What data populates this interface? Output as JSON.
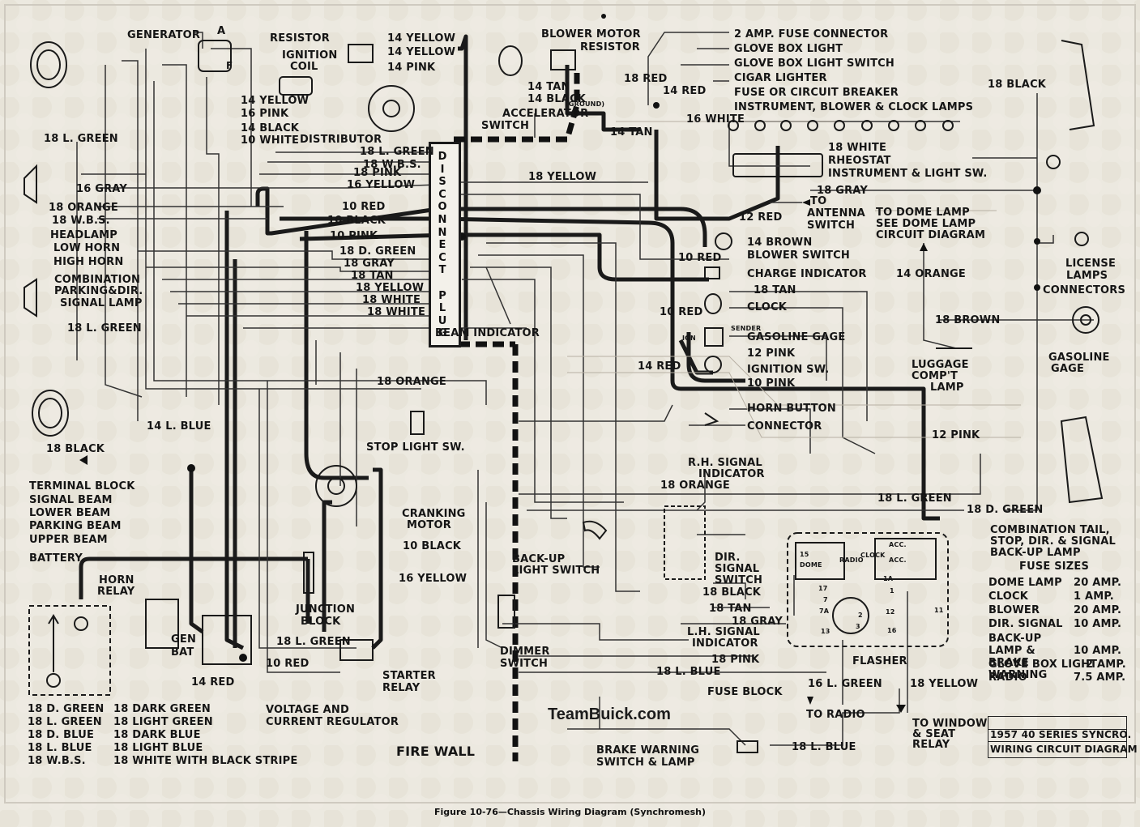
{
  "components": {
    "generator": "GENERATOR",
    "gen_a": "A",
    "gen_f": "F",
    "resistor": "RESISTOR",
    "ignition_coil_1": "IGNITION",
    "ignition_coil_2": "COIL",
    "distributor": "DISTRIBUTOR",
    "blower_motor": "BLOWER MOTOR",
    "blower_resistor": "RESISTOR",
    "accel_switch_1": "ACCELERATOR",
    "accel_switch_2": "SWITCH",
    "fuse_connector": "2 AMP. FUSE CONNECTOR",
    "glove_box_light": "GLOVE BOX LIGHT",
    "glove_box_light_switch": "GLOVE BOX LIGHT SWITCH",
    "cigar_lighter": "CIGAR LIGHTER",
    "fuse_breaker": "FUSE OR CIRCUIT BREAKER",
    "instrument_lamps": "INSTRUMENT, BLOWER & CLOCK LAMPS",
    "rheostat": "RHEOSTAT",
    "instrument_light_sw": "INSTRUMENT & LIGHT SW.",
    "to_antenna_1": "TO",
    "to_antenna_2": "ANTENNA",
    "to_antenna_3": "SWITCH",
    "to_dome_1": "TO DOME LAMP",
    "to_dome_2": "SEE DOME LAMP",
    "to_dome_3": "CIRCUIT DIAGRAM",
    "blower_switch": "BLOWER SWITCH",
    "charge_indicator": "CHARGE INDICATOR",
    "clock": "CLOCK",
    "sender": "SENDER",
    "gasoline_gage": "GASOLINE GAGE",
    "ignition_sw": "IGNITION SW.",
    "ign": "IGN",
    "horn_button": "HORN BUTTON",
    "connector": "CONNECTOR",
    "headlamp": "HEADLAMP",
    "low_horn": "LOW HORN",
    "high_horn": "HIGH HORN",
    "comb_lamp_1": "COMBINATION",
    "comb_lamp_2": "PARKING&DIR.",
    "comb_lamp_3": "SIGNAL LAMP",
    "terminal_block": "TERMINAL BLOCK",
    "signal_beam": "SIGNAL BEAM",
    "lower_beam": "LOWER BEAM",
    "parking_beam": "PARKING BEAM",
    "upper_beam": "UPPER BEAM",
    "battery": "BATTERY",
    "horn_relay_1": "HORN",
    "horn_relay_2": "RELAY",
    "gen": "GEN",
    "bat": "BAT",
    "voltage_reg_1": "VOLTAGE AND",
    "voltage_reg_2": "CURRENT REGULATOR",
    "junction_block_1": "JUNCTION",
    "junction_block_2": "BLOCK",
    "starter_relay_1": "STARTER",
    "starter_relay_2": "RELAY",
    "cranking_motor_1": "CRANKING",
    "cranking_motor_2": "MOTOR",
    "stop_light_sw": "STOP LIGHT SW.",
    "beam_indicator": "BEAM INDICATOR",
    "backup_switch_1": "BACK-UP",
    "backup_switch_2": "LIGHT SWITCH",
    "dimmer_switch_1": "DIMMER",
    "dimmer_switch_2": "SWITCH",
    "fire_wall": "FIRE WALL",
    "rh_signal_1": "R.H. SIGNAL",
    "rh_signal_2": "INDICATOR",
    "dir_switch_1": "DIR.",
    "dir_switch_2": "SIGNAL",
    "dir_switch_3": "SWITCH",
    "lh_signal_1": "L.H. SIGNAL",
    "lh_signal_2": "INDICATOR",
    "flasher": "FLASHER",
    "fuse_block": "FUSE BLOCK",
    "to_radio": "TO RADIO",
    "to_window_1": "TO WINDOW",
    "to_window_2": "& SEAT",
    "to_window_3": "RELAY",
    "brake_warning_1": "BRAKE WARNING",
    "brake_warning_2": "SWITCH & LAMP",
    "license_lamps_1": "LICENSE",
    "license_lamps_2": "LAMPS",
    "connectors": "CONNECTORS",
    "gasoline_gage_r1": "GASOLINE",
    "gasoline_gage_r2": "GAGE",
    "luggage_1": "LUGGAGE",
    "luggage_2": "COMP'T",
    "luggage_3": "LAMP",
    "combo_tail_1": "COMBINATION TAIL,",
    "combo_tail_2": "STOP, DIR. & SIGNAL",
    "combo_tail_3": "BACK-UP LAMP"
  },
  "wires": {
    "w_14yellow_a": "14 YELLOW",
    "w_14yellow_b": "14 YELLOW",
    "w_14pink": "14 PINK",
    "w_14yellow_c": "14 YELLOW",
    "w_16pink": "16 PINK",
    "w_14black": "14 BLACK",
    "w_10white": "10 WHITE",
    "w_14tan_a": "14 TAN",
    "w_14black_g": "14 BLACK",
    "w_ground": "(GROUND)",
    "w_18red": "18 RED",
    "w_14red_a": "14 RED",
    "w_16white": "16 WHITE",
    "w_14tan_b": "14 TAN",
    "w_18white": "18 WHITE",
    "w_18gray_a": "18 GRAY",
    "w_12red": "12 RED",
    "w_14brown": "14 BROWN",
    "w_10red_a": "10 RED",
    "w_18tan": "18 TAN",
    "w_10red_b": "10 RED",
    "w_12pink_a": "12 PINK",
    "w_14red_b": "14 RED",
    "w_10pink_a": "10 PINK",
    "w_18lgreen_a": "18 L. GREEN",
    "w_18wbs_a": "18 W.B.S.",
    "w_18pink_a": "18 PINK",
    "w_16yellow_a": "16 YELLOW",
    "w_18yellow_a": "18 YELLOW",
    "w_10red_c": "10 RED",
    "w_10black_a": "10 BLACK",
    "w_10pink_b": "10 PINK",
    "w_18dgreen_a": "18 D. GREEN",
    "w_18gray_b": "18 GRAY",
    "w_18tan_b": "18 TAN",
    "w_18yellow_b": "18 YELLOW",
    "w_18white_a": "18 WHITE",
    "w_18white_b": "18 WHITE",
    "w_18lgreen_b": "18 L. GREEN",
    "w_16gray": "16 GRAY",
    "w_18orange_a": "18 ORANGE",
    "w_18wbs_b": "18 W.B.S.",
    "w_18lgreen_c": "18 L. GREEN",
    "w_18orange_b": "18 ORANGE",
    "w_14lblue": "14 L. BLUE",
    "w_18black_a": "18 BLACK",
    "w_10black_b": "10 BLACK",
    "w_16yellow_b": "16 YELLOW",
    "w_18lgreen_d": "18 L. GREEN",
    "w_10red_d": "10 RED",
    "w_14red_c": "14 RED",
    "w_18orange_c": "18 ORANGE",
    "w_18black_b": "18 BLACK",
    "w_18tan_c": "18 TAN",
    "w_18gray_c": "18 GRAY",
    "w_18pink_b": "18 PINK",
    "w_18lblue_a": "18 L. BLUE",
    "w_16lgreen": "16 L. GREEN",
    "w_18yellow_c": "18 YELLOW",
    "w_18lblue_b": "18 L. BLUE",
    "w_18black_c": "18 BLACK",
    "w_14orange": "14 ORANGE",
    "w_18brown": "18 BROWN",
    "w_12pink_b": "12 PINK",
    "w_18lgreen_e": "18 L. GREEN",
    "w_18dgreen_b": "18 D. GREEN"
  },
  "plug_letters": [
    "D",
    "I",
    "S",
    "C",
    "O",
    "N",
    "N",
    "E",
    "C",
    "T",
    "",
    "P",
    "L",
    "U",
    "G"
  ],
  "fuse_sizes": {
    "title": "FUSE SIZES",
    "rows": [
      {
        "name": "DOME LAMP",
        "value": "20 AMP."
      },
      {
        "name": "CLOCK",
        "value": "1 AMP."
      },
      {
        "name": "BLOWER",
        "value": "20 AMP."
      },
      {
        "name": "DIR. SIGNAL",
        "value": "10 AMP."
      },
      {
        "name": "BACK-UP LAMP & BRAKE WARNING",
        "value": "10 AMP."
      },
      {
        "name": "GLOVE BOX LIGHT",
        "value": "2 AMP."
      },
      {
        "name": "RADIO",
        "value": "7.5 AMP."
      }
    ]
  },
  "legend": [
    {
      "abbr": "18 D. GREEN",
      "full": "18 DARK GREEN"
    },
    {
      "abbr": "18 L. GREEN",
      "full": "18 LIGHT GREEN"
    },
    {
      "abbr": "18 D. BLUE",
      "full": "18 DARK BLUE"
    },
    {
      "abbr": "18 L. BLUE",
      "full": "18 LIGHT BLUE"
    },
    {
      "abbr": "18 W.B.S.",
      "full": "18 WHITE WITH BLACK STRIPE"
    }
  ],
  "fuse_block_labels": {
    "acc1": "ACC.",
    "acc2": "ACC.",
    "dome": "DOME",
    "radio": "RADIO",
    "clock": "CLOCK",
    "n17": "17",
    "n7": "7",
    "n7a": "7A",
    "n13": "13",
    "n3": "3",
    "n2": "2",
    "n12": "12",
    "n16": "16",
    "n1a": "1A",
    "n1": "1",
    "n11": "11",
    "n15": "15"
  },
  "title_block": {
    "line1": "1957 40 SERIES SYNCRO.",
    "line2": "WIRING CIRCUIT DIAGRAM"
  },
  "watermark": "TeamBuick.com",
  "caption": "Figure 10-76—Chassis Wiring Diagram (Synchromesh)",
  "colors": {
    "paper": "#ece9e0",
    "ink": "#151515",
    "heavy_wire": "#1a1a1a",
    "thin_wire": "#333333"
  }
}
